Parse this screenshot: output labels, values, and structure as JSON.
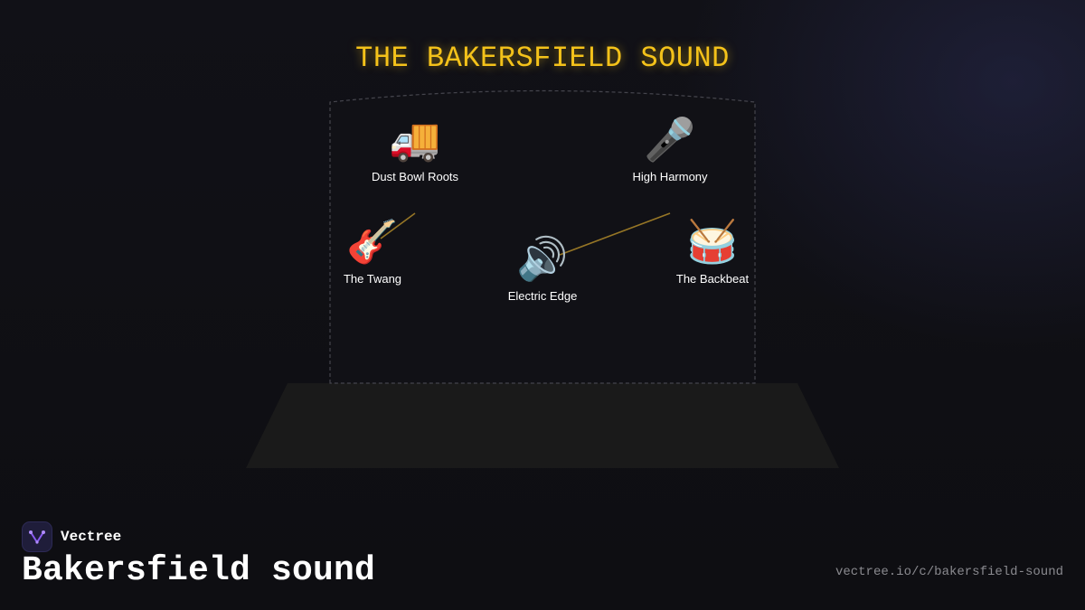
{
  "header": {
    "title": "THE BAKERSFIELD SOUND"
  },
  "nodes": [
    {
      "id": "dust-bowl-roots",
      "label": "Dust Bowl Roots",
      "icon": "🚚",
      "icon_name": "delivery-truck-icon"
    },
    {
      "id": "high-harmony",
      "label": "High Harmony",
      "icon": "🎤",
      "icon_name": "microphone-icon"
    },
    {
      "id": "the-twang",
      "label": "The Twang",
      "icon": "🎸",
      "icon_name": "guitar-icon"
    },
    {
      "id": "electric-edge",
      "label": "Electric Edge",
      "icon": "🔊",
      "icon_name": "speaker-icon"
    },
    {
      "id": "the-backbeat",
      "label": "The Backbeat",
      "icon": "🥁",
      "icon_name": "drum-icon"
    }
  ],
  "footer": {
    "brand": "Vectree",
    "title": "Bakersfield sound",
    "url": "vectree.io/c/bakersfield-sound"
  },
  "colors": {
    "accent": "#f4c21a",
    "connector": "#b8902a",
    "background": "#0f0f14",
    "stage_floor": "#1a1a1a"
  }
}
